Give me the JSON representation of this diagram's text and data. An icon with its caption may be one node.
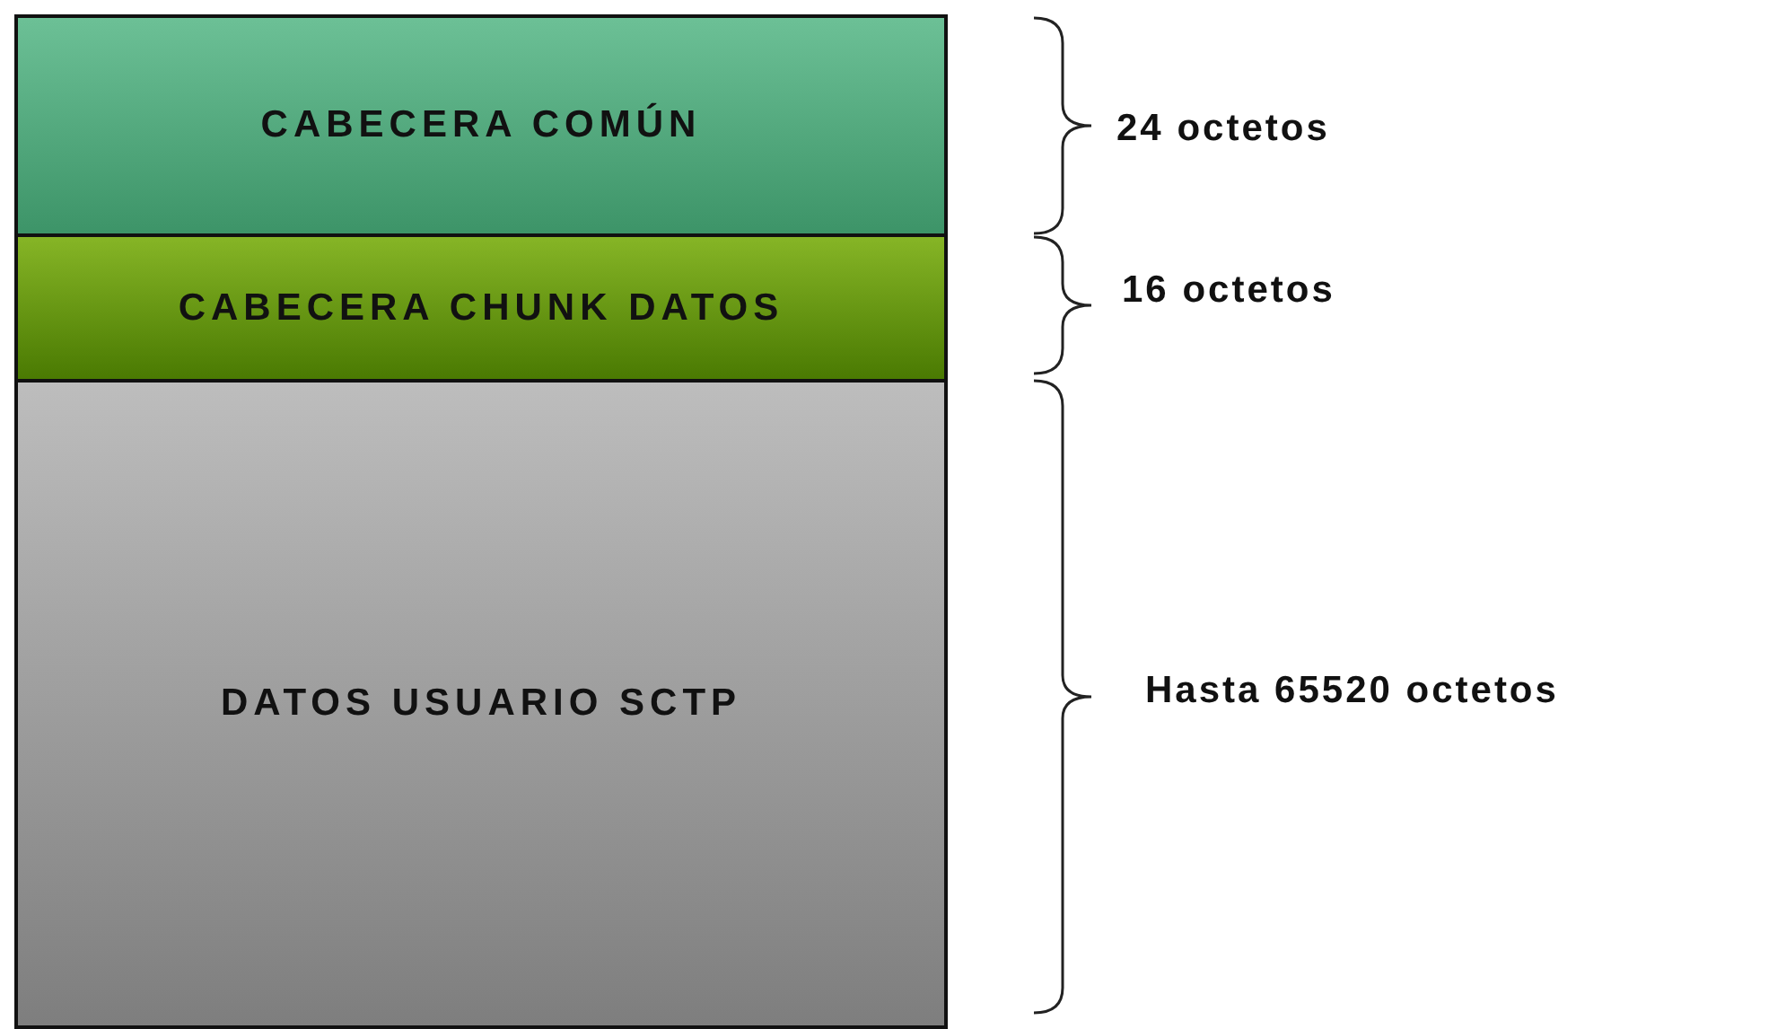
{
  "diagram": {
    "nodes": [
      {
        "text": [
          "CABECERA COMÚN"
        ]
      },
      {
        "text": [
          "CABECERA CHUNK DATOS"
        ]
      },
      {
        "text": [
          "DATOS USUARIO SCTP"
        ]
      }
    ],
    "edges": [],
    "labels": [
      "24 octetos",
      "16 octetos",
      "Hasta 65520 octetos"
    ]
  }
}
